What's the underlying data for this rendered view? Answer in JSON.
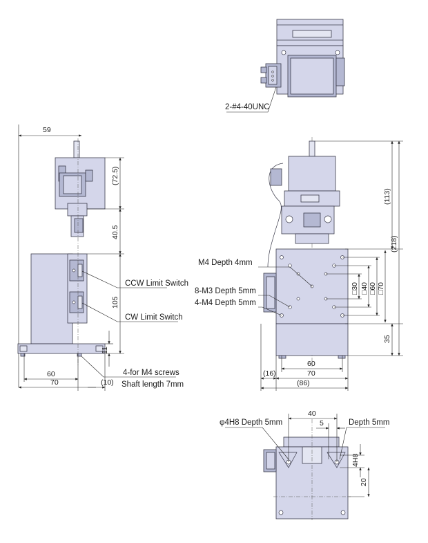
{
  "colors": {
    "part_fill": "#d4d6ea",
    "part_dark": "#b4b8d2",
    "line": "#222222"
  },
  "top_view": {
    "connector_screws_label": "2-#4-40UNC"
  },
  "side_view": {
    "width_top": "59",
    "motor_height": "(72.5)",
    "coupling_height": "40.5",
    "stage_height": "105",
    "base_thickness": "11",
    "base_inner_width": "60",
    "base_width": "70",
    "shaft_offset": "(10)",
    "ccw_switch_label": "CCW Limit Switch",
    "cw_switch_label": "CW Limit Switch",
    "mount_screws_label": "4-for M4 screws",
    "shaft_length_label": "Shaft length 7mm"
  },
  "front_view": {
    "motor_height": "(113)",
    "total_height": "(218)",
    "table_squares": [
      "□30",
      "□40",
      "□60",
      "□70"
    ],
    "base_height": "35",
    "base_inner_width": "60",
    "base_width": "70",
    "left_offset": "(16)",
    "total_width": "(86)",
    "m4_depth_label": "M4 Depth 4mm",
    "m3_label": "8-M3 Depth 5mm",
    "m4_label": "4-M4 Depth 5mm"
  },
  "bottom_view": {
    "pin_hole_label": "φ4H8 Depth 5mm",
    "depth_label": "Depth 5mm",
    "pitch": "40",
    "slot_width": "5",
    "slot_fit": "4H8",
    "height": "20"
  }
}
